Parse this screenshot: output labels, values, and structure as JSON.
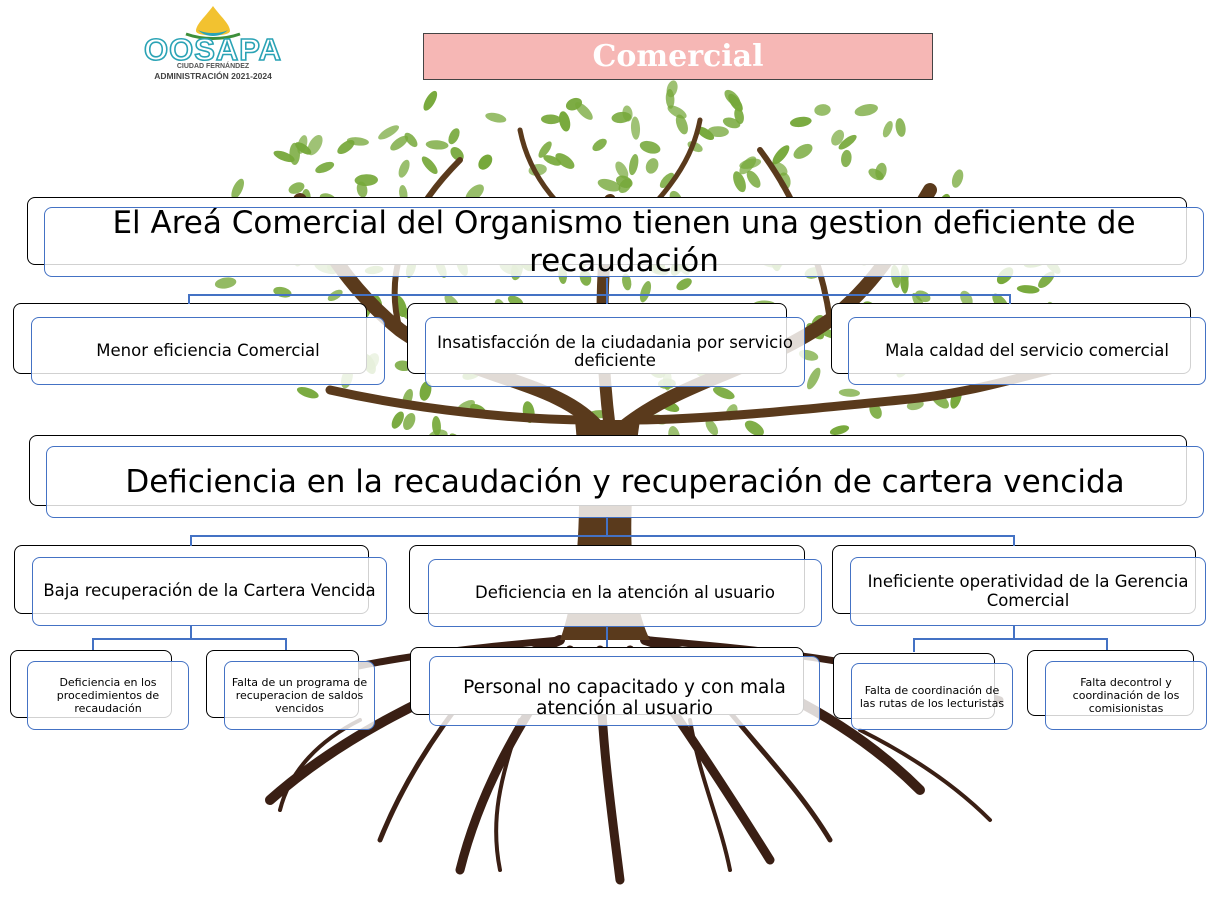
{
  "logo": {
    "name": "OOSAPA",
    "subtitle": "CIUDAD FERNÁNDEZ",
    "administration": "ADMINISTRACIÓN 2021-2024"
  },
  "header": {
    "title": "Comercial"
  },
  "tree": {
    "problem": "El Areá Comercial del Organismo tienen una gestion deficiente de recaudación",
    "effects": [
      "Menor eficiencia Comercial",
      "Insatisfacción de la ciudadania por servicio deficiente",
      "Mala caldad del servicio comercial"
    ],
    "central_problem": "Deficiencia en la recaudación y recuperación de cartera vencida",
    "causes": [
      "Baja recuperación de la Cartera Vencida",
      "Deficiencia en la atención al usuario",
      "Ineficiente operatividad de la Gerencia Comercial"
    ],
    "sub_causes": [
      "Deficiencia en los procedimientos de recaudación",
      "Falta de un programa de recuperacion de saldos vencidos",
      "Personal no capacitado y con mala atención al usuario",
      "Falta de coordinación de las rutas de los lecturistas",
      "Falta decontrol y coordinación de los comisionistas"
    ]
  },
  "colors": {
    "title_bg": "#f6b7b5",
    "box_border": "#4472c4",
    "leaf": "#76a83a",
    "trunk": "#5a3a1c",
    "root": "#3a1f14"
  }
}
